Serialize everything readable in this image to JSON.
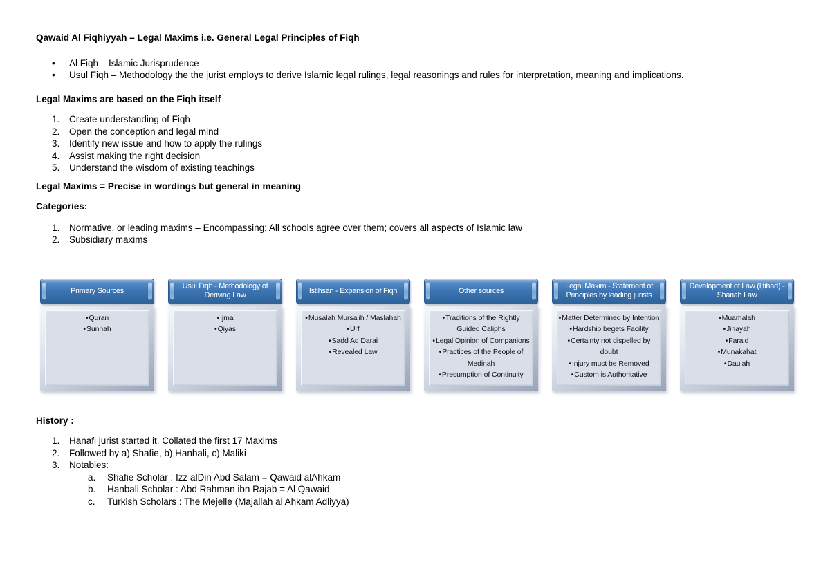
{
  "document": {
    "title": "Qawaid Al Fiqhiyyah – Legal Maxims i.e. General Legal Principles of Fiqh",
    "intro_bullets": [
      "Al Fiqh – Islamic Jurisprudence",
      "Usul Fiqh – Methodology the the jurist employs to derive Islamic legal rulings, legal reasonings and rules for interpretation, meaning and implications."
    ],
    "fiqh_section": {
      "heading": "Legal Maxims are based on the Fiqh itself",
      "items": [
        "Create understanding of Fiqh",
        "Open the conception and legal mind",
        "Identify new issue and how to apply the rulings",
        "Assist making the right decision",
        "Understand the wisdom of existing teachings"
      ]
    },
    "maxims_heading": "Legal Maxims = Precise in wordings but general in meaning",
    "categories": {
      "heading": "Categories:",
      "items": [
        "Normative, or leading maxims – Encompassing; All schools agree over them; covers all aspects of Islamic law",
        "Subsidiary maxims"
      ]
    },
    "diagram": {
      "boxes": [
        {
          "title": "Primary Sources",
          "items": [
            "Quran",
            "Sunnah"
          ]
        },
        {
          "title": "Usul Fiqh - Methodology of Deriving Law",
          "items": [
            "Ijma",
            "Qiyas"
          ]
        },
        {
          "title": "Istihsan - Expansion of Fiqh",
          "items": [
            "Musalah Mursalih / Maslahah",
            "Urf",
            "Sadd Ad Darai",
            "Revealed Law"
          ]
        },
        {
          "title": "Other sources",
          "items": [
            "Traditions of the Rightly Guided Caliphs",
            "Legal Opinion of Companions",
            "Practices of the People of Medinah",
            "Presumption of Continuity"
          ]
        },
        {
          "title": "Legal Maxim - Statement of Principles by leading jurists",
          "items": [
            "Matter Determined by Intention",
            "Hardship begets Facility",
            "Certainty not dispelled by doubt",
            "Injury must be Removed",
            "Custom is Authoritative"
          ]
        },
        {
          "title": "Development of Law (Ijtihad) - Shariah Law",
          "items": [
            "Muamalah",
            "Jinayah",
            "Faraid",
            "Munakahat",
            "Daulah"
          ]
        }
      ]
    },
    "history": {
      "heading": "History :",
      "items": [
        "Hanafi jurist started it. Collated the first 17 Maxims",
        "Followed by a) Shafie, b) Hanbali, c) Maliki",
        "Notables:"
      ],
      "notables": [
        "Shafie Scholar : Izz alDin Abd Salam = Qawaid alAhkam",
        "Hanbali Scholar : Abd Rahman ibn Rajab = Al Qawaid",
        "Turkish Scholars : The Mejelle (Majallah al Ahkam Adliyya)"
      ]
    }
  },
  "colors": {
    "header_blue_top": "#8cb4de",
    "header_blue_mid": "#3c74b2",
    "header_blue_bottom": "#2f639b",
    "panel_fill": "#d9dee9",
    "panel_frame_dark": "#9aa4b8",
    "page_background": "#ffffff",
    "text": "#000000"
  }
}
